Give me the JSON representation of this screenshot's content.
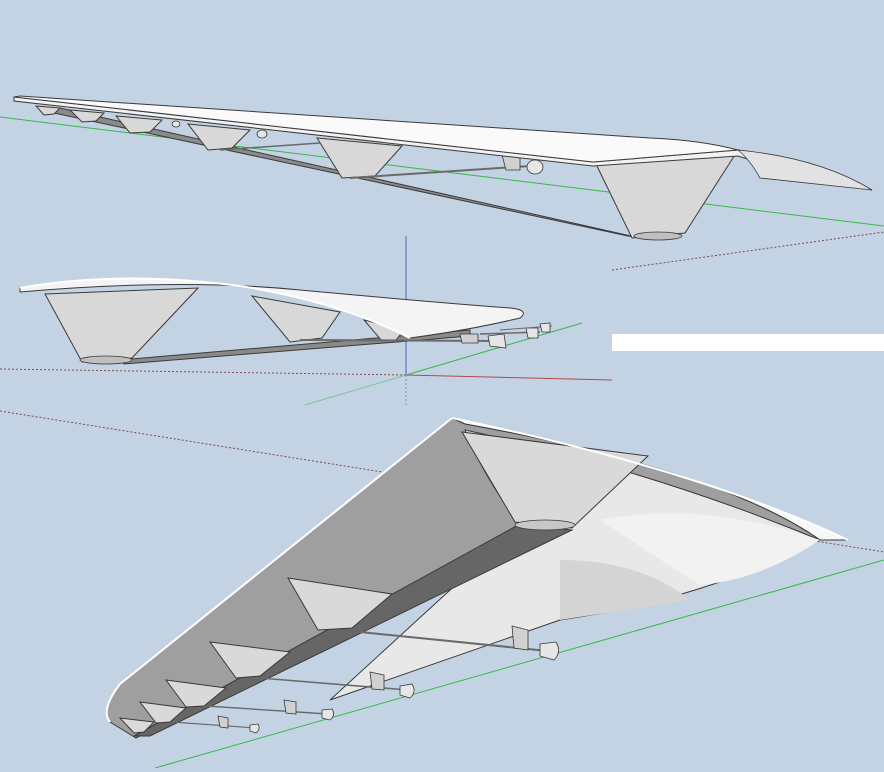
{
  "viewport": {
    "background": "#c3d3e3",
    "views": [
      "top-view",
      "side-view",
      "underside-view"
    ]
  },
  "colors": {
    "surface_top": "#f8f8f8",
    "surface_under": "#dcdcdc",
    "surface_shade": "#c9c9c9",
    "cone": "#d8d8d8",
    "spar": "#8a8a8a",
    "edge": "#3a3a3a",
    "green_axis": "#36b84a",
    "blue_axis": "#4a5fd0",
    "red_axis": "#b04a4a"
  },
  "icons": {
    "axes": "axis-lines-icon",
    "pods": "engine-pod-icon"
  }
}
